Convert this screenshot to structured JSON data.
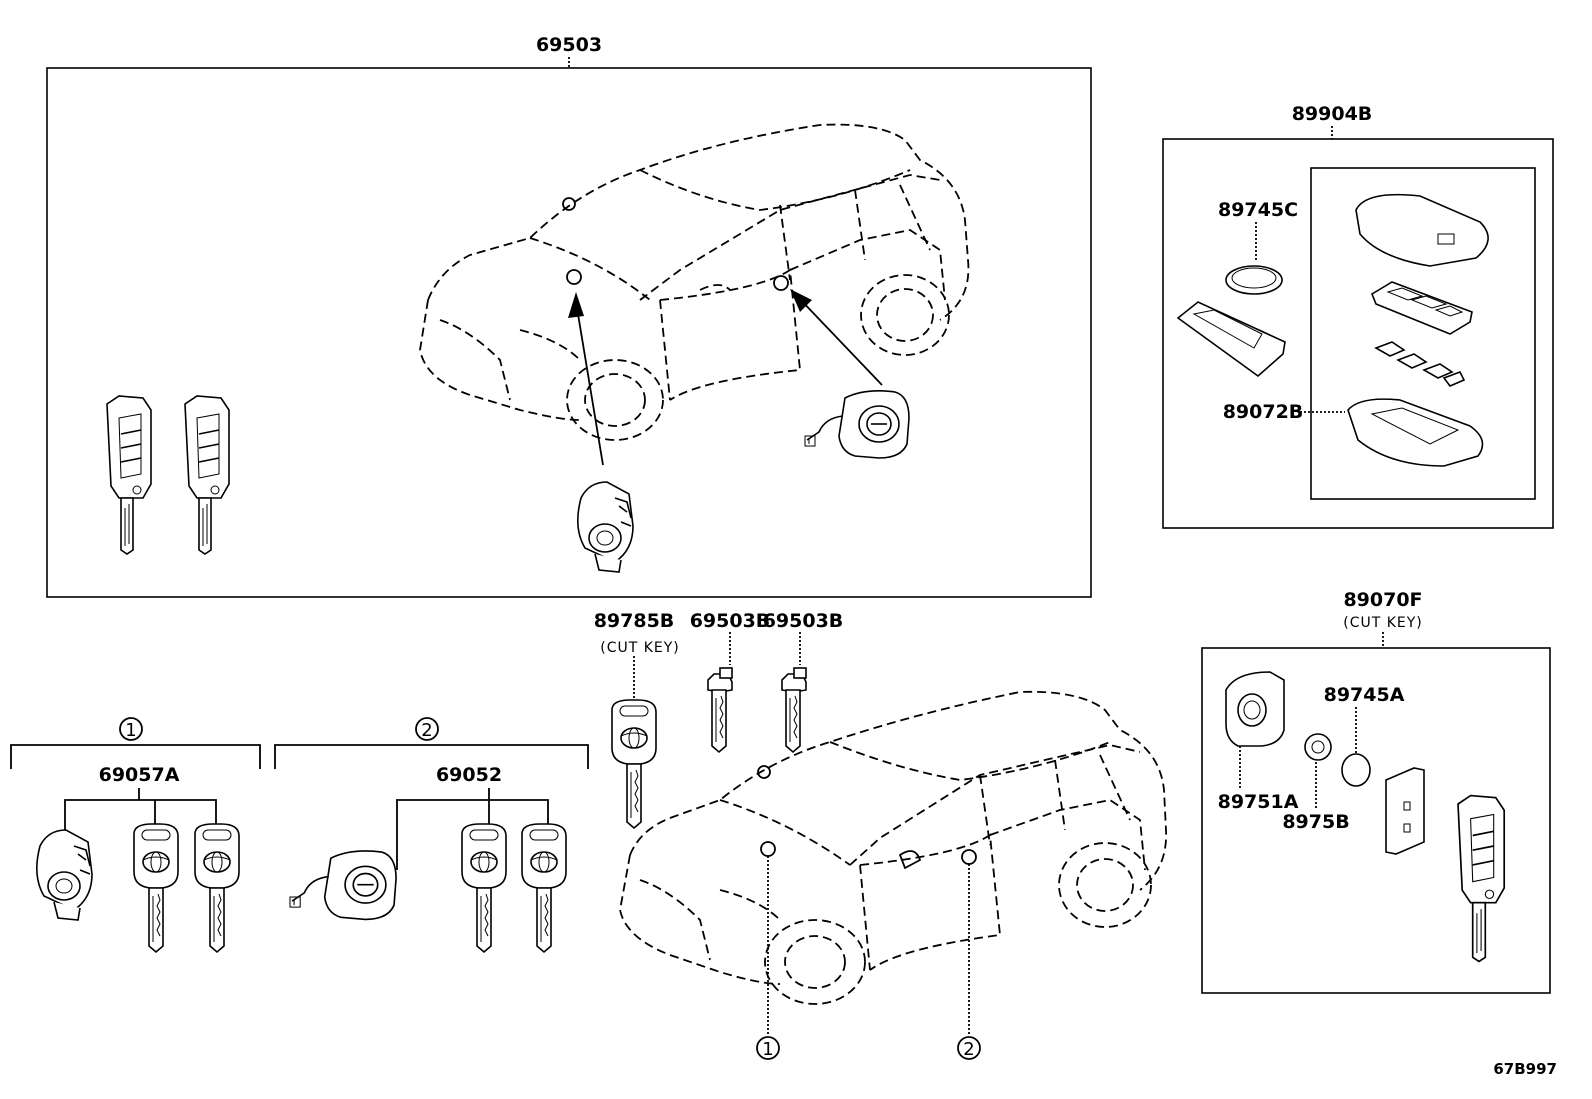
{
  "callouts": {
    "assembly_top": "69503",
    "key_set_box": "89904B",
    "battery_c": "89745C",
    "case_b": "89072B",
    "cut_key_left": "89785B",
    "cut_key_left_note": "(CUT KEY)",
    "key_blade_1": "69503B",
    "key_blade_2": "69503B",
    "cut_key_right": "89070F",
    "cut_key_right_note": "(CUT KEY)",
    "battery_a": "89745A",
    "cover_a": "89751A",
    "clip_b": "8975B",
    "set_1": "69057A",
    "set_2": "69052"
  },
  "markers": {
    "group_1": "1",
    "group_2": "2",
    "car_1": "1",
    "car_2": "2"
  },
  "diagram_ref": "67B997"
}
